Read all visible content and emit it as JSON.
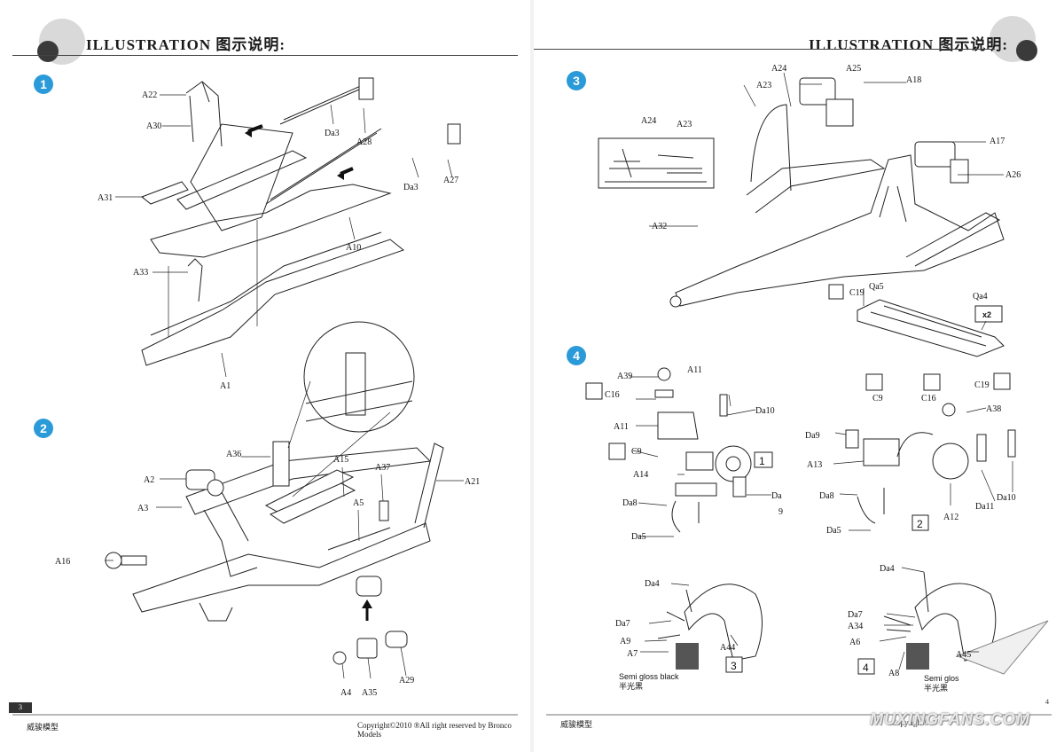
{
  "header": {
    "title": "ILLUSTRATION 图示说明:"
  },
  "footer": {
    "brand_cn": "威骏模型",
    "copyright": "Copyright©2010  ®All right reserved by Bronco Models",
    "copyright_right": "Copyright©"
  },
  "page_numbers": {
    "left": "3",
    "right": "4"
  },
  "watermark": "MUXINGFANS.COM",
  "steps": [
    {
      "number": "1",
      "labels": [
        "A22",
        "A30",
        "Da3",
        "A28",
        "Da3",
        "A27",
        "A31",
        "A10",
        "A33",
        "A1"
      ]
    },
    {
      "number": "2",
      "labels": [
        "A36",
        "A15",
        "A37",
        "A21",
        "A2",
        "A3",
        "A5",
        "A16",
        "A4",
        "A35",
        "A29"
      ]
    },
    {
      "number": "3",
      "labels": [
        "A24",
        "A25",
        "A23",
        "A18",
        "A24",
        "A23",
        "A17",
        "A26",
        "A32",
        "C19",
        "Qa5",
        "Qa4",
        "x2",
        "C19"
      ]
    },
    {
      "number": "4",
      "labels": [
        "A39",
        "A11",
        "C16",
        "Da10",
        "A11",
        "C9",
        "A14",
        "Da",
        "9",
        "Da8",
        "Da5",
        "C9",
        "C16",
        "A38",
        "Da9",
        "A13",
        "Da8",
        "Da5",
        "A12",
        "Da11",
        "Da10",
        "Da4",
        "Da7",
        "A9",
        "A7",
        "A44",
        "Da4",
        "Da7",
        "A34",
        "A6",
        "A8",
        "A45"
      ]
    }
  ],
  "sub_steps": [
    "1",
    "2",
    "3",
    "4"
  ],
  "paint_notes": [
    {
      "en": "Semi gloss black",
      "cn": "半光黑"
    },
    {
      "en": "Semi glos",
      "cn": "半光黑"
    }
  ],
  "colors": {
    "step_circle": "#2a9ad8",
    "paint_swatch": "#555555",
    "accent_green": "#3aa04a"
  }
}
